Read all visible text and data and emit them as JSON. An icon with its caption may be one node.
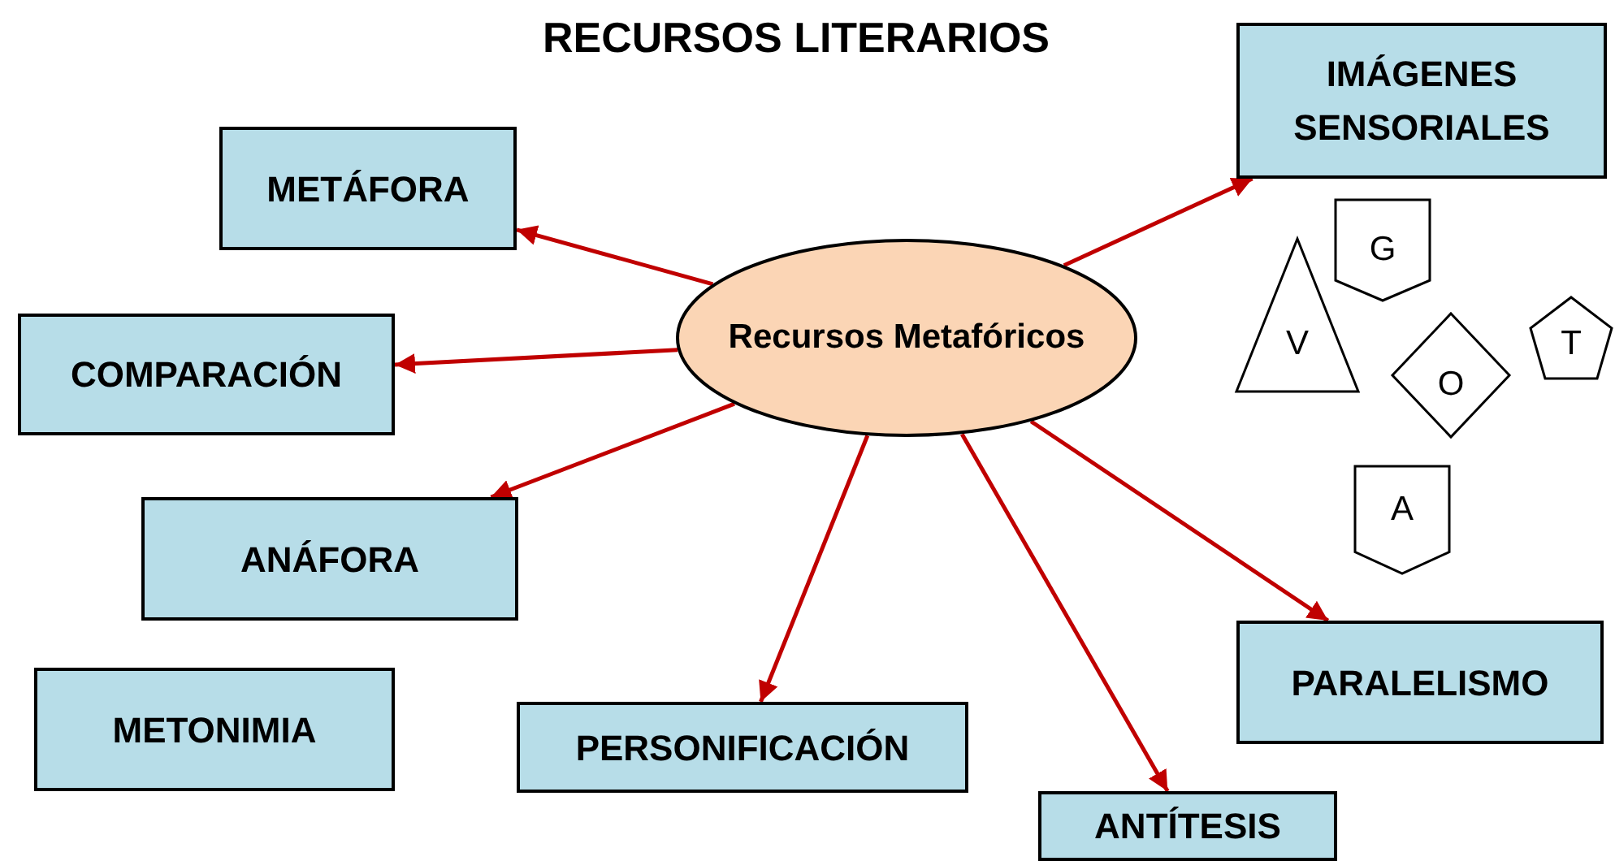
{
  "diagram": {
    "title": "RECURSOS LITERARIOS",
    "nodes": [
      {
        "text": [
          "IMÁGENES SENSORIALES"
        ]
      },
      {
        "text": [
          "METÁFORA"
        ]
      },
      {
        "text": [
          "Recursos Metafóricos"
        ]
      },
      {
        "text": [
          "COMPARACIÓN"
        ]
      },
      {
        "text": [
          "ANÁFORA"
        ]
      },
      {
        "text": [
          "METONIMIA"
        ]
      },
      {
        "text": [
          "PERSONIFICACIÓN"
        ]
      },
      {
        "text": [
          "PARALELISMO"
        ]
      },
      {
        "text": [
          "ANTÍTESIS"
        ]
      },
      {
        "text": [
          "G"
        ]
      },
      {
        "text": [
          "V"
        ]
      },
      {
        "text": [
          "O"
        ]
      },
      {
        "text": [
          "T"
        ]
      },
      {
        "text": [
          "A"
        ]
      }
    ],
    "edges": [
      {
        "from": 2,
        "to": 0,
        "arrow": "to"
      },
      {
        "from": 2,
        "to": 1,
        "arrow": "to"
      },
      {
        "from": 2,
        "to": 3,
        "arrow": "to"
      },
      {
        "from": 2,
        "to": 4,
        "arrow": "to"
      },
      {
        "from": 2,
        "to": 6,
        "arrow": "to"
      },
      {
        "from": 2,
        "to": 8,
        "arrow": "to"
      },
      {
        "from": 2,
        "to": 7,
        "arrow": "to"
      }
    ]
  }
}
